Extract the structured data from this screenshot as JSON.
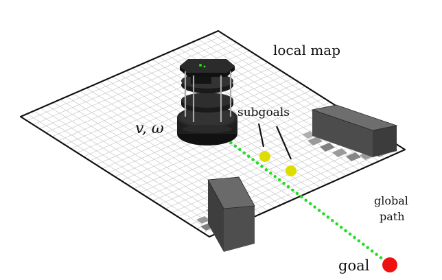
{
  "labels": {
    "local_map": "local map",
    "subgoals": "subgoals",
    "velocity": "v, ω",
    "global_path_line1": "global",
    "global_path_line2": "path",
    "goal": "goal"
  },
  "colors": {
    "path": "#22dd22",
    "subgoal": "#dddd00",
    "goal": "#ee1111",
    "grid_line": "#c8c8c8",
    "map_border": "#111111",
    "obstacle_top": "#6a6a6a",
    "obstacle_front": "#4a4a4a",
    "obstacle_side": "#3a3a3a",
    "robot_body": "#1e1e1e"
  },
  "objects": {
    "robot": "turtlebot-robot",
    "obstacles": [
      "obstacle-box-right",
      "obstacle-box-left"
    ],
    "subgoal_count": 2
  }
}
